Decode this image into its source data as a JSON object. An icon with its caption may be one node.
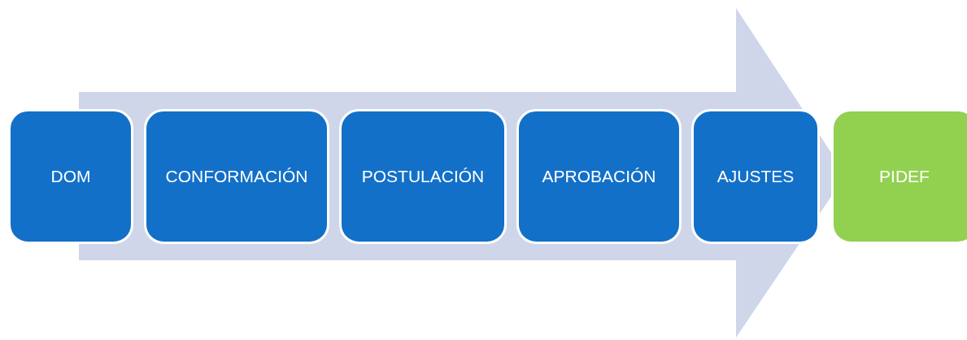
{
  "diagram": {
    "nodes": [
      {
        "text": [
          "DOM"
        ]
      },
      {
        "text": [
          "CONFORMACIÓN"
        ]
      },
      {
        "text": [
          "POSTULACIÓN"
        ]
      },
      {
        "text": [
          "APROBACIÓN"
        ]
      },
      {
        "text": [
          "AJUSTES"
        ]
      },
      {
        "text": [
          "PIDEF"
        ]
      }
    ]
  }
}
